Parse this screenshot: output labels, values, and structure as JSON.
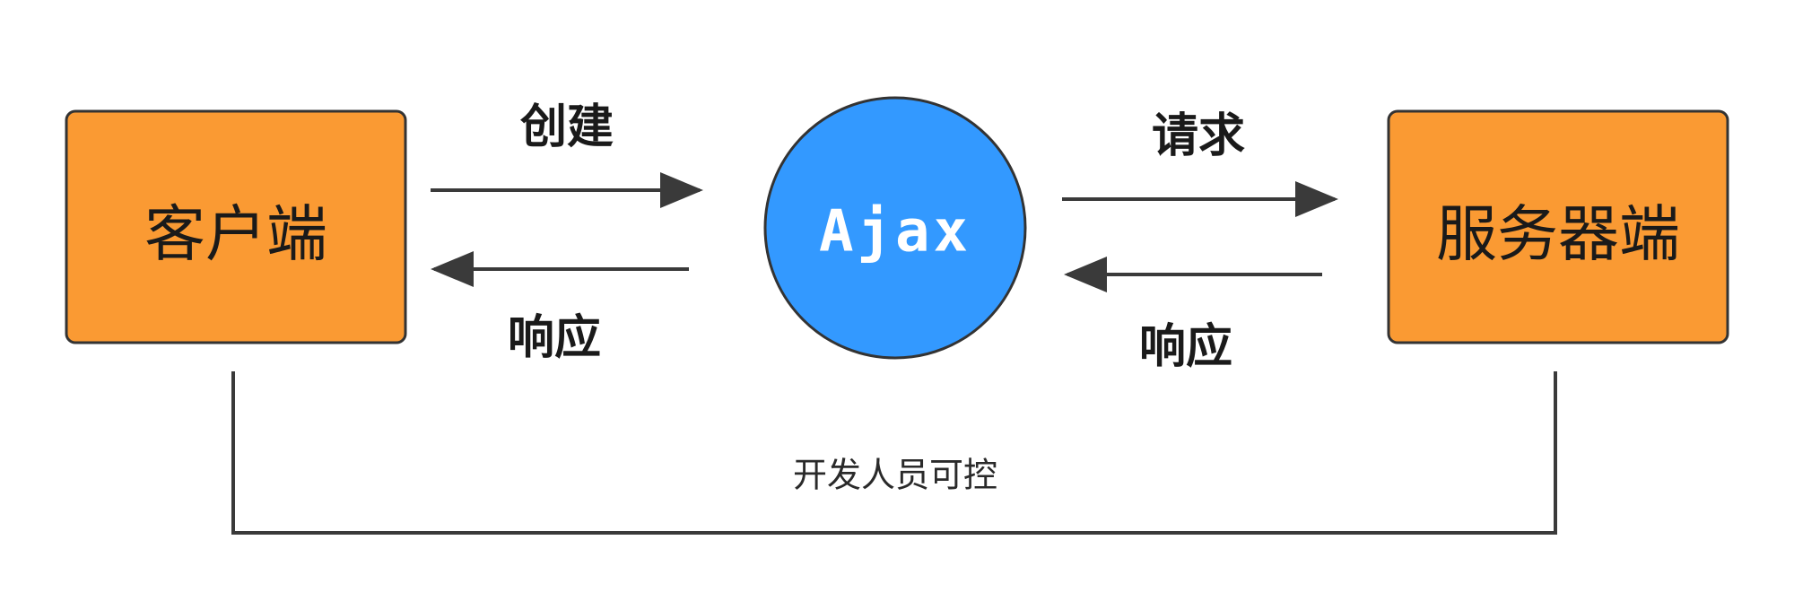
{
  "nodes": {
    "client": {
      "label": "客户端"
    },
    "ajax": {
      "label": "Ajax"
    },
    "server": {
      "label": "服务器端"
    }
  },
  "edges": {
    "client_to_ajax": {
      "label": "创建"
    },
    "ajax_to_client": {
      "label": "响应"
    },
    "ajax_to_server": {
      "label": "请求"
    },
    "server_to_ajax": {
      "label": "响应"
    }
  },
  "bracket": {
    "label": "开发人员可控"
  },
  "colors": {
    "box_fill": "#FA9A33",
    "box_stroke": "#333333",
    "hub_fill": "#3399FF",
    "hub_stroke": "#333333",
    "line": "#3a3a3a"
  }
}
